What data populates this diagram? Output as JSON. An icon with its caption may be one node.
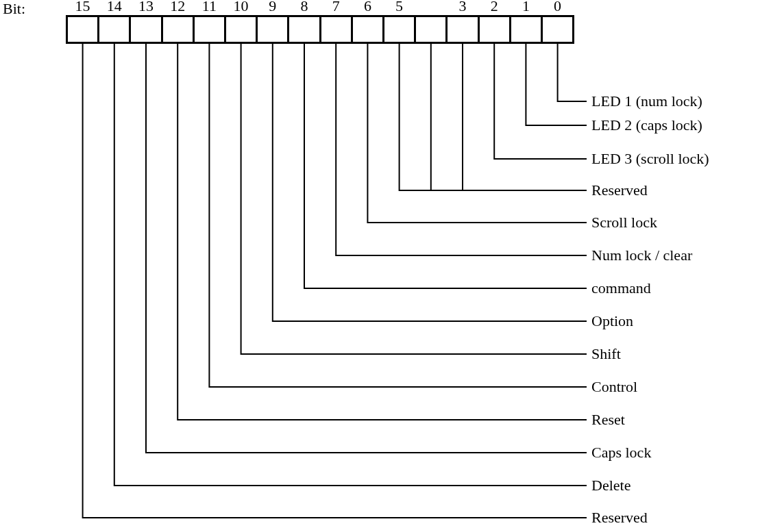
{
  "diagram": {
    "nodes": [
      {
        "text": [],
        "shape": "box",
        "beside": [
          "15"
        ]
      },
      {
        "text": [],
        "shape": "box",
        "beside": [
          "14"
        ]
      },
      {
        "text": [],
        "shape": "box",
        "beside": [
          "13"
        ]
      },
      {
        "text": [],
        "shape": "box",
        "beside": [
          "12"
        ]
      },
      {
        "text": [],
        "shape": "box",
        "beside": [
          "11"
        ]
      },
      {
        "text": [],
        "shape": "box",
        "beside": [
          "10"
        ]
      },
      {
        "text": [],
        "shape": "box",
        "beside": [
          "9"
        ]
      },
      {
        "text": [],
        "shape": "box",
        "beside": [
          "8"
        ]
      },
      {
        "text": [],
        "shape": "box",
        "beside": [
          "7"
        ]
      },
      {
        "text": [],
        "shape": "box",
        "beside": [
          "6"
        ]
      },
      {
        "text": [],
        "shape": "box",
        "beside": [
          "5"
        ]
      },
      {
        "text": [],
        "shape": "box"
      },
      {
        "text": [],
        "shape": "box",
        "beside": [
          "3"
        ]
      },
      {
        "text": [],
        "shape": "box",
        "beside": [
          "2"
        ]
      },
      {
        "text": [],
        "shape": "box",
        "beside": [
          "1"
        ]
      },
      {
        "text": [],
        "shape": "box",
        "beside": [
          "0"
        ]
      },
      {
        "text": [
          "LED 1 (num lock)"
        ]
      },
      {
        "text": [
          "LED 2 (caps lock)"
        ]
      },
      {
        "text": [
          "LED 3 (scroll lock)"
        ]
      },
      {
        "text": [
          "Reserved"
        ]
      },
      {
        "text": [
          "Scroll lock"
        ]
      },
      {
        "text": [
          "Num lock / clear"
        ]
      },
      {
        "text": [
          "command"
        ]
      },
      {
        "text": [
          "Option"
        ]
      },
      {
        "text": [
          "Shift"
        ]
      },
      {
        "text": [
          "Control"
        ]
      },
      {
        "text": [
          "Reset"
        ]
      },
      {
        "text": [
          "Caps lock"
        ]
      },
      {
        "text": [
          "Delete"
        ]
      },
      {
        "text": [
          "Reserved"
        ]
      }
    ],
    "edges": [
      {
        "from": 16,
        "to": 15,
        "arrow": "none"
      },
      {
        "from": 17,
        "to": 14,
        "arrow": "none"
      },
      {
        "from": 18,
        "to": 13,
        "arrow": "none"
      },
      {
        "from": 19,
        "to": 10,
        "arrow": "none"
      },
      {
        "from": 19,
        "to": 11,
        "arrow": "none"
      },
      {
        "from": 19,
        "to": 12,
        "arrow": "none"
      },
      {
        "from": 20,
        "to": 9,
        "arrow": "none"
      },
      {
        "from": 21,
        "to": 8,
        "arrow": "none"
      },
      {
        "from": 22,
        "to": 7,
        "arrow": "none"
      },
      {
        "from": 23,
        "to": 6,
        "arrow": "none"
      },
      {
        "from": 24,
        "to": 5,
        "arrow": "none"
      },
      {
        "from": 25,
        "to": 4,
        "arrow": "none"
      },
      {
        "from": 26,
        "to": 3,
        "arrow": "none"
      },
      {
        "from": 27,
        "to": 2,
        "arrow": "none"
      },
      {
        "from": 28,
        "to": 1,
        "arrow": "none"
      },
      {
        "from": 29,
        "to": 0,
        "arrow": "none"
      }
    ],
    "labels": [
      "Bit:"
    ]
  }
}
